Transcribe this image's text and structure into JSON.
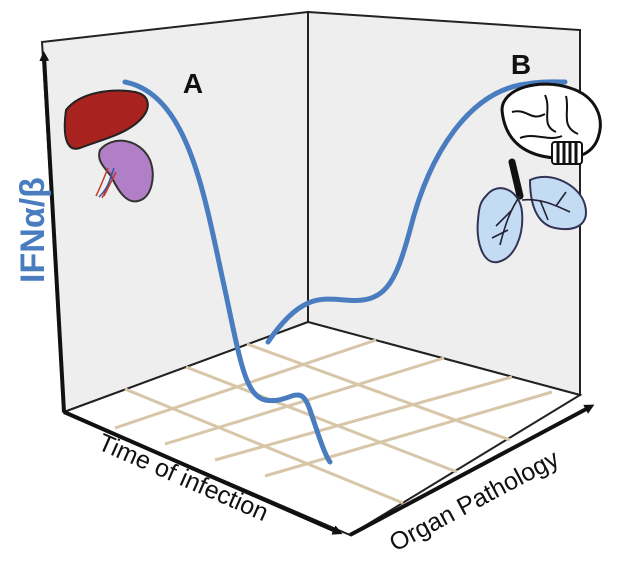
{
  "labels": {
    "y_axis": "IFNα/β",
    "time_axis": "Time of infection",
    "organ_axis": "Organ Pathology",
    "panel_a": "A",
    "panel_b": "B"
  },
  "colors": {
    "curve": "#4a7cc0",
    "grid": "#d7c6a8",
    "wall": "#eeeeee",
    "floor": "#ffffff",
    "axis": "#111111",
    "ylabel": "#4a7cc0",
    "liver": "#a8231f",
    "spleen": "#b07fc6",
    "lung": "#c4dcf3"
  },
  "icons": {
    "panel_a": [
      "liver-icon",
      "spleen-icon"
    ],
    "panel_b": [
      "brain-icon",
      "lungs-icon"
    ]
  }
}
